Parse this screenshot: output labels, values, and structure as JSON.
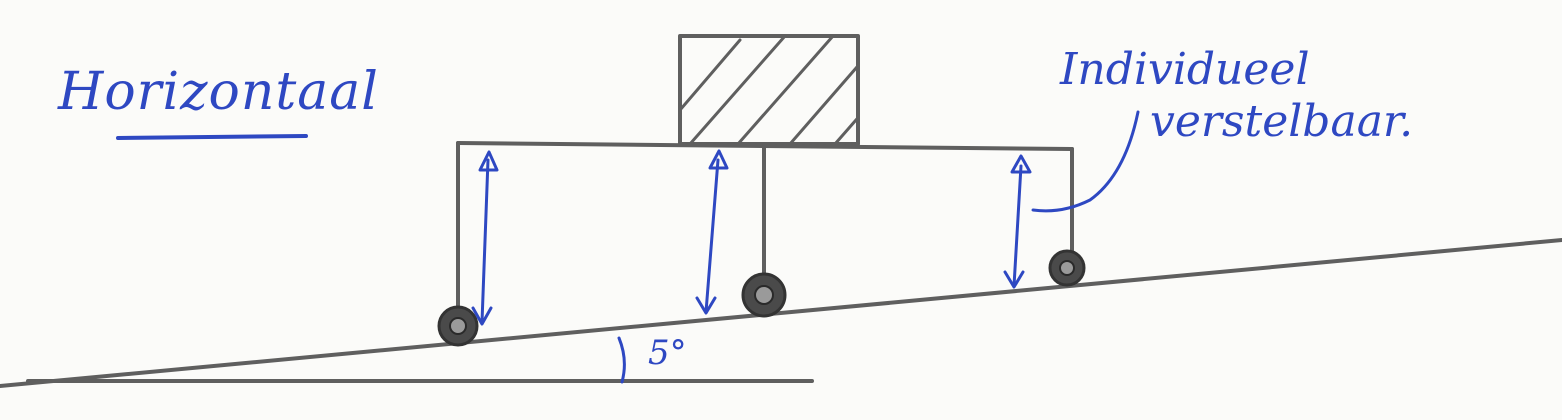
{
  "diagram": {
    "label_horizontal": "Horizontaal",
    "label_adjustable_line1": "Individueel",
    "label_adjustable_line2": "verstelbaar.",
    "incline_angle": "5°"
  },
  "colors": {
    "ink": "#2e48c2",
    "pencil": "#5f5f5f",
    "paper": "#fbfbf9"
  }
}
